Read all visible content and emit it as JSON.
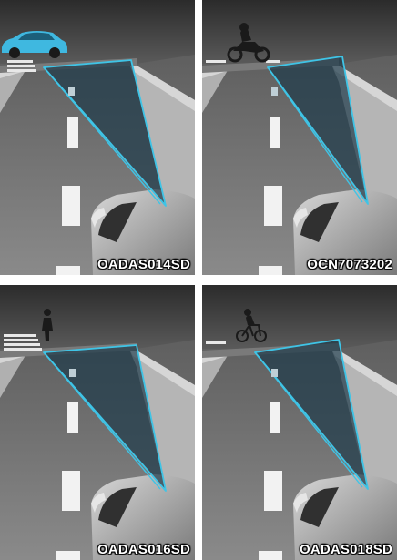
{
  "panels": [
    {
      "label": "OADAS014SD",
      "object": "car"
    },
    {
      "label": "OCN7073202",
      "object": "motorcycle"
    },
    {
      "label": "OADAS016SD",
      "object": "pedestrian"
    },
    {
      "label": "OADAS018SD",
      "object": "bicycle"
    }
  ],
  "colors": {
    "sensor_zone_fill": "#1e3a4a",
    "sensor_zone_stroke": "#3fc4e6",
    "road": "#6c6c6c",
    "sidewalk": "#b9b9b9",
    "target_car": "#3fb8e0",
    "silhouette": "#1a1a1a",
    "ego_car": "#a6a6a6"
  }
}
